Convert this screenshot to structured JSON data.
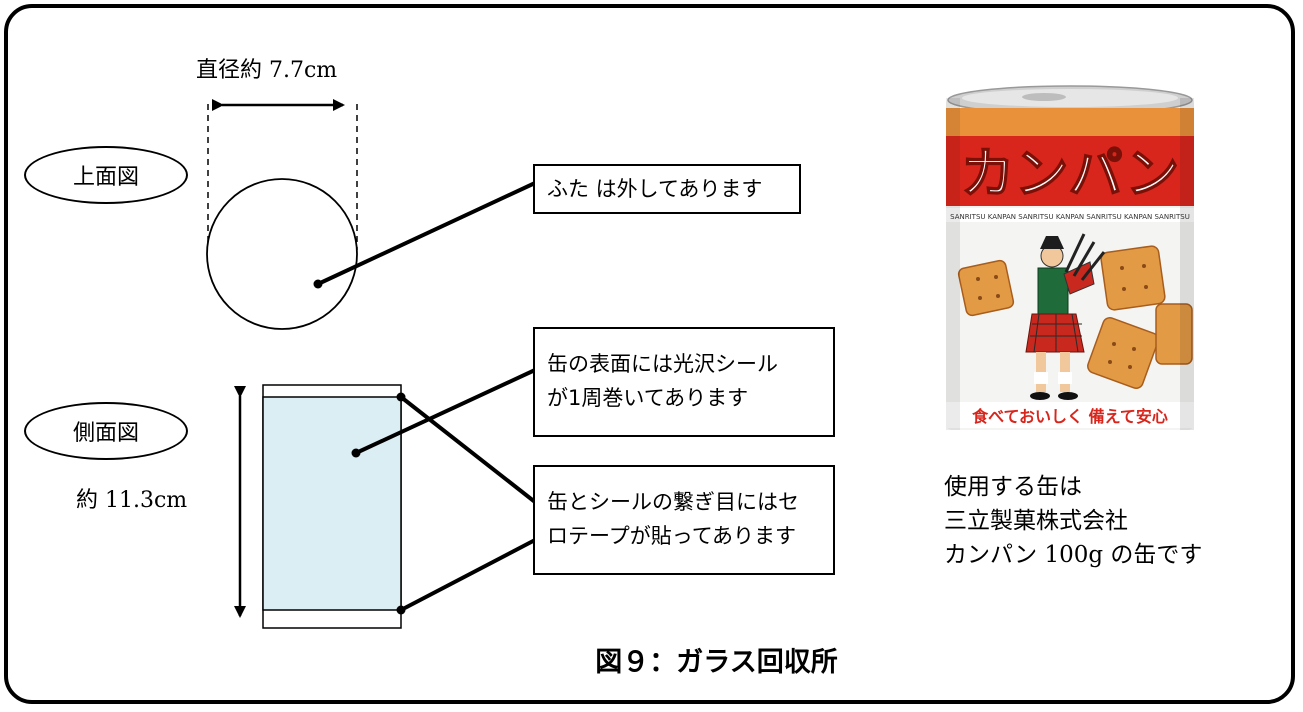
{
  "diameter_label": "直径約 7.7cm",
  "height_label": "約 11.3cm",
  "views": {
    "top": "上面図",
    "side": "側面図"
  },
  "callouts": {
    "lid": "ふた は外してあります",
    "surface_line1": "缶の表面には光沢シール",
    "surface_line2": "が1周巻いてあります",
    "seam_line1": "缶とシールの繋ぎ目にはセ",
    "seam_line2": "ロテープが貼ってあります"
  },
  "note": {
    "line1": "使用する缶は",
    "line2": "三立製菓株式会社",
    "line3": "カンパン 100g の缶です"
  },
  "can_label": {
    "brand": "カンパン",
    "band_text": "SANRITSU KANPAN SANRITSU KANPAN SANRITSU KANPAN SANRITSU",
    "slogan": "食べておいしく 備えて安心"
  },
  "caption": "図９：ガラス回収所",
  "colors": {
    "side_fill": "#dbeef3",
    "can_red": "#d8261c",
    "can_orange": "#e8903a",
    "biscuit": "#e39a45"
  }
}
